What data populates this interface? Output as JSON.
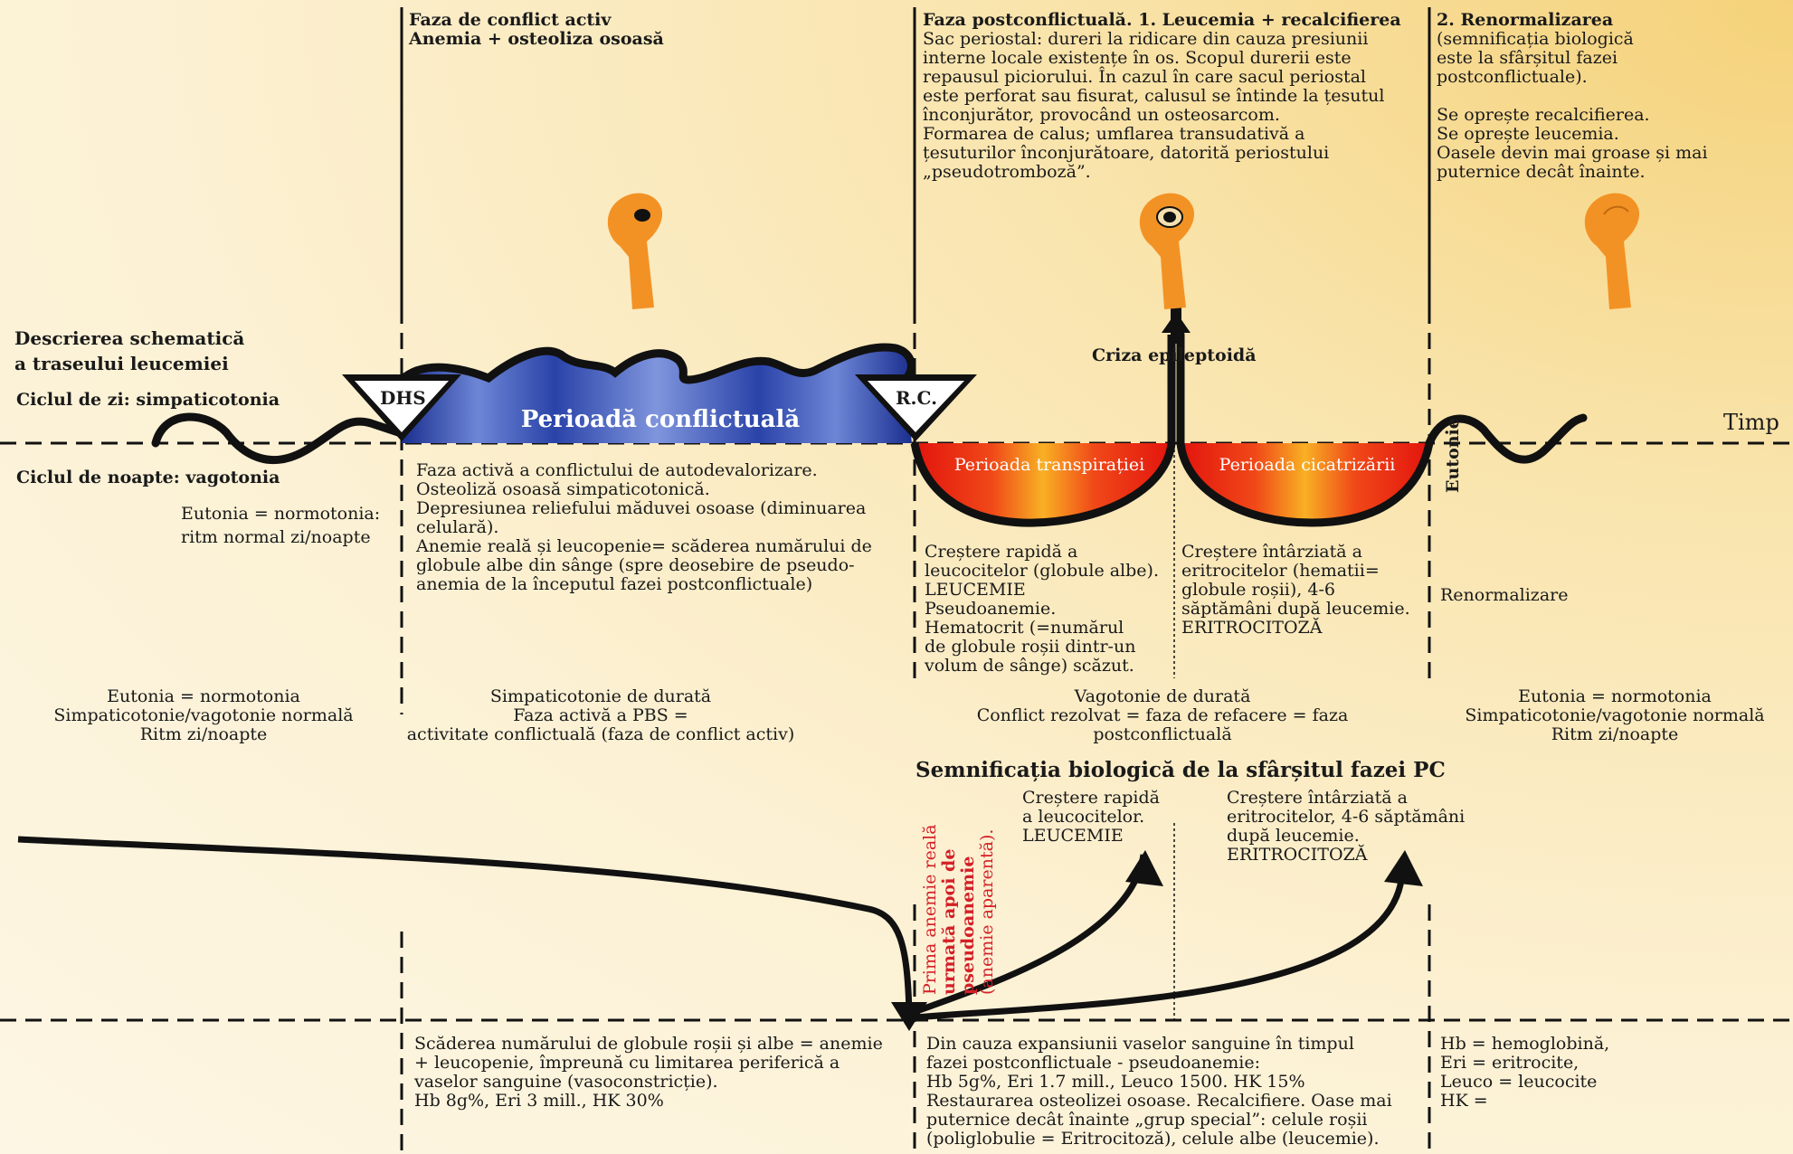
{
  "colors": {
    "conflict_blue": "#3a52b4",
    "healing_red": "#e8241c",
    "healing_orange": "#f7a21c",
    "bone_orange": "#f39224",
    "accent_red": "#d42028"
  },
  "icons": [
    "bone-icon-conflict",
    "bone-icon-postconflict",
    "bone-icon-renormal",
    "arrow-up-icon"
  ],
  "header": {
    "col2_title1": "Faza de conflict activ",
    "col2_title2": "Anemia + osteoliza osoasă",
    "col3_title": "Faza postconflictuală. 1. Leucemia + recalcifierea",
    "col3_body": [
      "Sac periostal: dureri la ridicare din cauza presiunii",
      "interne locale existențe în os. Scopul durerii este",
      "repausul piciorului. În cazul în care sacul periostal",
      "este perforat sau fisurat, calusul se întinde la țesutul",
      "înconjurător, provocând un osteosarcom.",
      "Formarea de calus; umflarea transudativă a",
      "țesuturilor înconjurătoare, datorită periostului",
      "„pseudotromboză”."
    ],
    "col4_title": "2. Renormalizarea",
    "col4_body": [
      "(semnificația biologică",
      "este la sfârșitul fazei",
      "postconflictuale).",
      "",
      "Se oprește recalcifierea.",
      "Se oprește leucemia.",
      "Oasele devin mai groase și mai",
      "puternice decât înainte."
    ]
  },
  "left": {
    "title1": "Descrierea schematică",
    "title2": "a traseului leucemiei",
    "day": "Ciclul de zi: simpaticotonia",
    "night": "Ciclul de noapte: vagotonia",
    "eutonia1": "Eutonia = normotonia:",
    "eutonia2": "ritm normal zi/noapte"
  },
  "timeline": {
    "dhs": "DHS",
    "rc": "R.C.",
    "conflict_label": "Perioadă conflictuală",
    "crisis": "Criza epileptoidă",
    "sweat": "Perioada transpirației",
    "heal": "Perioada cicatrizării",
    "time": "Timp",
    "eutonie": "Eutonie"
  },
  "mid": {
    "col2": [
      "Faza activă a conflictului de autodevalorizare.",
      "Osteoliză osoasă simpaticotonică.",
      "Depresiunea reliefului măduvei osoase (diminuarea",
      "celulară).",
      "Anemie reală și leucopenie= scăderea numărului de",
      "globule albe din sânge (spre deosebire de pseudo-",
      "anemia de la începutul fazei postconflictuale)"
    ],
    "col3a": [
      "Creștere rapidă a",
      "leucocitelor (globule albe).",
      "LEUCEMIE",
      "Pseudoanemie.",
      "Hematocrit (=numărul",
      "de globule roșii dintr-un",
      "volum de sânge) scăzut."
    ],
    "col3b": [
      "Creștere întârziată a",
      "eritrocitelor (hematii=",
      "globule roșii), 4-6",
      "săptămâni după leucemie.",
      "ERITROCITOZĂ"
    ],
    "col4": "Renormalizare"
  },
  "summary": {
    "s1": [
      "Eutonia = normotonia",
      "Simpaticotonie/vagotonie normală",
      "Ritm zi/noapte"
    ],
    "s2": [
      "Simpaticotonie de durată",
      "Faza activă a PBS =",
      "activitate conflictuală (faza de conflict activ)"
    ],
    "s3": [
      "Vagotonie de durată",
      "Conflict rezolvat = faza de refacere = faza",
      "postconflictuală"
    ],
    "s4": [
      "Eutonia = normotonia",
      "Simpaticotonie/vagotonie normală",
      "Ritm zi/noapte"
    ]
  },
  "bio": {
    "title": "Semnificația biologică de la sfârșitul fazei PC",
    "leuco": [
      "Creștere rapidă",
      "a leucocitelor.",
      "LEUCEMIE"
    ],
    "eritro": [
      "Creștere întârziată a",
      "eritrocitelor, 4-6 săptămâni",
      "după leucemie.",
      "ERITROCITOZĂ"
    ],
    "vertical": [
      "Prima anemie reală",
      "urmată apoi de",
      "pseudoanemie",
      "(anemie aparentă)."
    ]
  },
  "bottom": {
    "col2": [
      "Scăderea numărului de globule roșii și albe = anemie",
      "+ leucopenie, împreună cu limitarea periferică a",
      "vaselor sanguine (vasoconstricție).",
      "Hb 8g%, Eri 3 mill., HK 30%"
    ],
    "col3": [
      "Din cauza expansiunii vaselor sanguine în timpul",
      "fazei postconflictuale - pseudoanemie:",
      "Hb 5g%, Eri 1.7 mill., Leuco 1500. HK 15%",
      "Restaurarea osteolizei osoase. Recalcifiere. Oase mai",
      "puternice decât înainte „grup special”: celule roșii",
      "(poliglobulie = Eritrocitoză), celule albe (leucemie)."
    ],
    "col4": [
      "Hb = hemoglobină,",
      "Eri = eritrocite,",
      "Leuco = leucocite",
      "HK ="
    ]
  }
}
